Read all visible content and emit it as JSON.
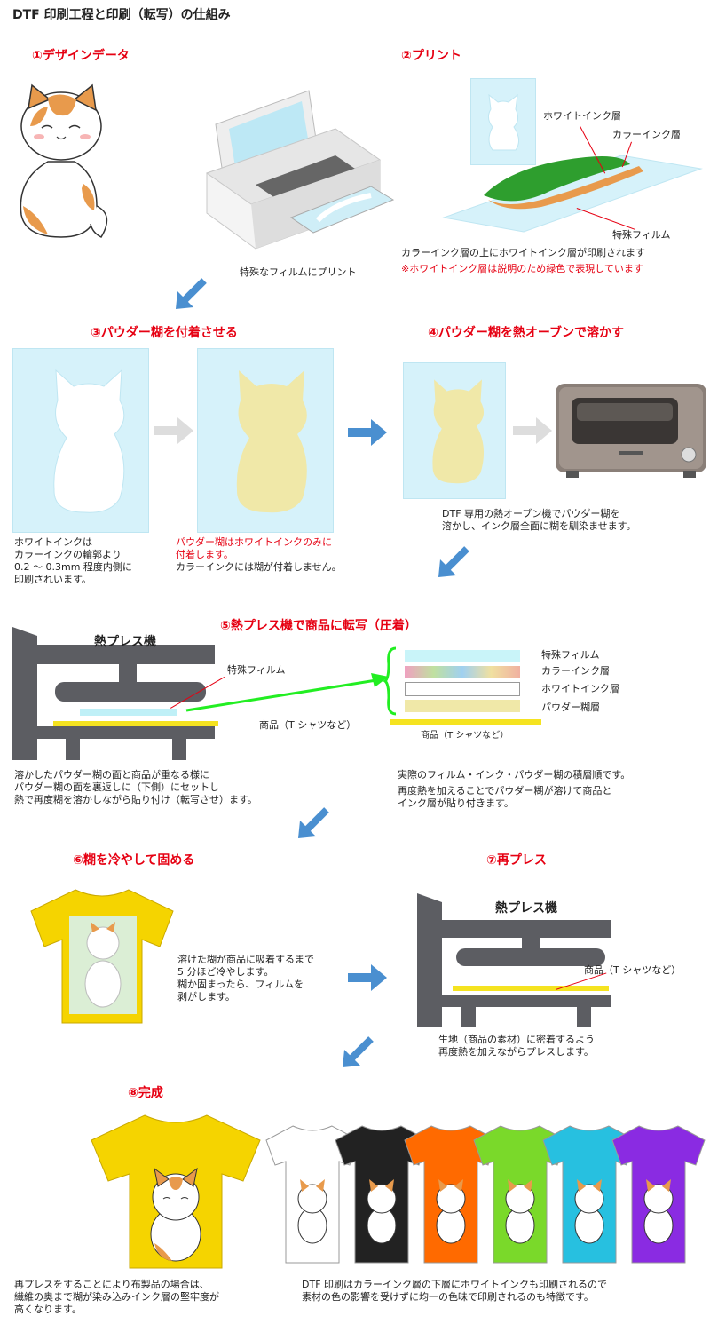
{
  "title": "DTF 印刷工程と印刷（転写）の仕組み",
  "steps": {
    "s1": "①デザインデータ",
    "s2": "②プリント",
    "s3": "③パウダー糊を付着させる",
    "s4": "④パウダー糊を熱オーブンで溶かす",
    "s5": "⑤熱プレス機で商品に転写（圧着）",
    "s6": "⑥糊を冷やして固める",
    "s7": "⑦再プレス",
    "s8": "⑧完成"
  },
  "print": {
    "caption": "特殊なフィルムにプリント",
    "white_layer": "ホワイトインク層",
    "color_layer": "カラーインク層",
    "film": "特殊フィルム",
    "desc": "カラーインク層の上にホワイトインク層が印刷されます",
    "note": "※ホワイトインク層は説明のため緑色で表現しています"
  },
  "powder": {
    "desc1": [
      "ホワイトインクは",
      "カラーインクの輪郭より",
      "0.2 ～ 0.3mm 程度内側に",
      "印刷されいます。"
    ],
    "desc2_red": [
      "パウダー糊はホワイトインクのみに",
      "付着します。"
    ],
    "desc2": "カラーインクには糊が付着しません。",
    "desc3": [
      "DTF 専用の熱オーブン機でパウダー糊を",
      "溶かし、インク層全面に糊を馴染ませます。"
    ]
  },
  "press": {
    "machine": "熱プレス機",
    "film": "特殊フィルム",
    "product": "商品（T シャツなど）",
    "layers": [
      "特殊フィルム",
      "カラーインク層",
      "ホワイトインク層",
      "パウダー糊層"
    ],
    "layer_product": "商品（T シャツなど）",
    "desc1": [
      "溶かしたパウダー糊の面と商品が重なる様に",
      "パウダー糊の面を裏返しに（下側）にセットし",
      "熱で再度糊を溶かしながら貼り付け（転写させ）ます。"
    ],
    "desc2": [
      "実際のフィルム・インク・パウダー糊の積層順です。",
      "再度熱を加えることでパウダー糊が溶けて商品と",
      "インク層が貼り付きます。"
    ]
  },
  "cool": {
    "desc": [
      "溶けた糊が商品に吸着するまで",
      "5 分ほど冷やします。",
      "糊か固まったら、フィルムを",
      "剥がします。"
    ]
  },
  "repress": {
    "machine": "熱プレス機",
    "product": "商品（T シャツなど）",
    "desc": [
      "生地（商品の素材）に密着するよう",
      "再度熱を加えながらプレスします。"
    ]
  },
  "done": {
    "desc1": [
      "再プレスをすることにより布製品の場合は、",
      "繊維の奥まで糊が染み込みインク層の堅牢度が",
      "高くなります。"
    ],
    "desc2": [
      "DTF 印刷はカラーインク層の下層にホワイトインクも印刷されるので",
      "素材の色の影響を受けずに均一の色味で印刷されるのも特徴です。"
    ]
  },
  "colors": {
    "accent": "#e60012",
    "arrow_blue": "#4a8fd0",
    "film": "#d6f2fa",
    "glue": "#f0e8a8",
    "press_gray": "#5c5d62",
    "shirt_yellow": "#f5d400",
    "green_layer": "#2e9e2e"
  },
  "shirts": [
    "#ffffff",
    "#222222",
    "#ff6a00",
    "#7ad92a",
    "#27c0e0",
    "#8a2be2"
  ],
  "icons": [
    "cat-icon",
    "printer-icon",
    "oven-icon",
    "heat-press-icon",
    "tshirt-icon",
    "arrow-icon"
  ]
}
